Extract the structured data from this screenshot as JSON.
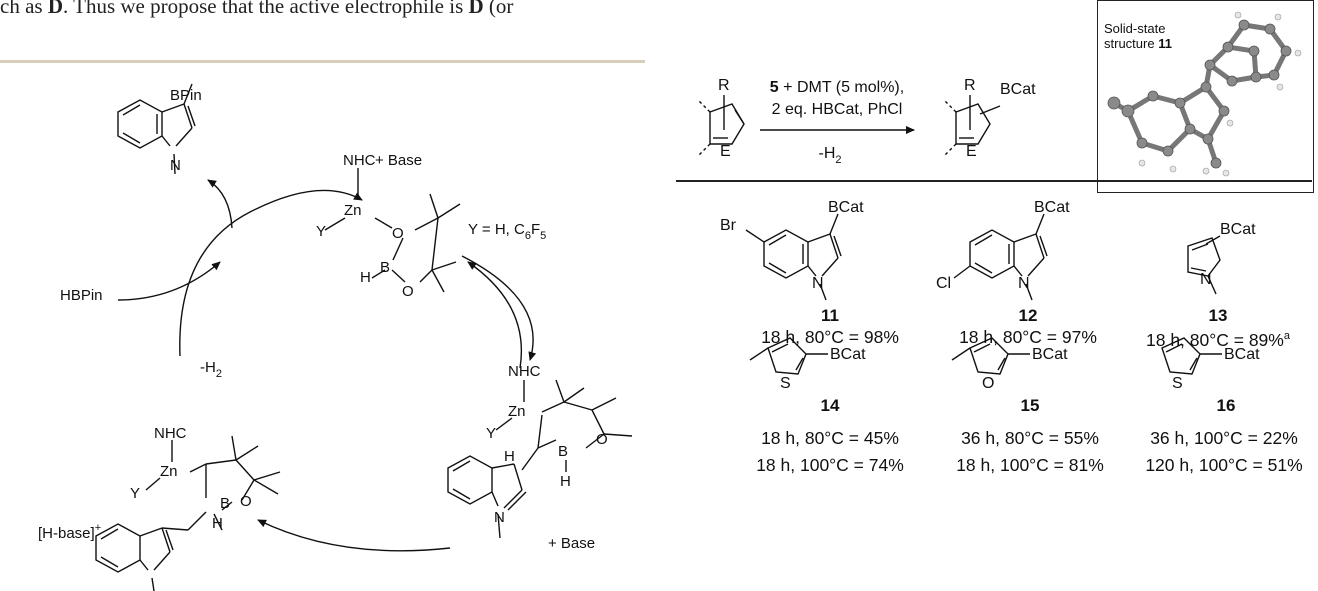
{
  "body_text": {
    "prefix": "ch as ",
    "bold1": "D",
    "middle": ". Thus we propose that the active electrophile is ",
    "bold2": "D",
    "suffix": " (or"
  },
  "cycle": {
    "top_product_group": "BPin",
    "hbpin": "HBPin",
    "h2_loss": "-H",
    "h2_sub": "2",
    "y_def": "Y = H, C",
    "y_def_sub1": "6",
    "y_def_mid": "F",
    "y_def_sub2": "5",
    "base_plus": "+ Base",
    "base_minus": "+ Base",
    "h_base": "[H-base]",
    "h_base_sup": "+",
    "nhc": "NHC",
    "zn": "Zn",
    "y": "Y",
    "b": "B",
    "o": "O",
    "h": "H",
    "n": "N"
  },
  "reaction": {
    "reagent_line1_bold": "5",
    "reagent_line1": " + DMT (5 mol%),",
    "reagent_line2": "2 eq. HBCat, PhCl",
    "reagent_line3": "-H",
    "reagent_line3_sub": "2",
    "r_label": "R",
    "e_label": "E",
    "bcat_label": "BCat",
    "crystal_caption_line1": "Solid-state",
    "crystal_caption_line2": "structure ",
    "crystal_caption_bold": "11"
  },
  "compounds": [
    {
      "id": "11",
      "substituent": "Br",
      "conditions": [
        "18 h, 80°C = 98%"
      ]
    },
    {
      "id": "12",
      "substituent": "Cl",
      "conditions": [
        "18 h, 80°C = 97%"
      ]
    },
    {
      "id": "13",
      "substituent": "",
      "conditions": [
        "18 h, 80°C = 89%"
      ],
      "footnote": "a"
    },
    {
      "id": "14",
      "substituent": "S",
      "conditions": [
        "18 h, 80°C = 45%",
        "18 h, 100°C = 74%"
      ]
    },
    {
      "id": "15",
      "substituent": "O",
      "conditions": [
        "36 h, 80°C = 55%",
        "18 h, 100°C = 81%"
      ]
    },
    {
      "id": "16",
      "substituent": "S",
      "conditions": [
        "36 h, 100°C = 22%",
        "120 h, 100°C = 51%"
      ]
    }
  ],
  "colors": {
    "rule": "#d6cfb8",
    "ink": "#111111",
    "crystal_atom": "#8a8a8a"
  }
}
